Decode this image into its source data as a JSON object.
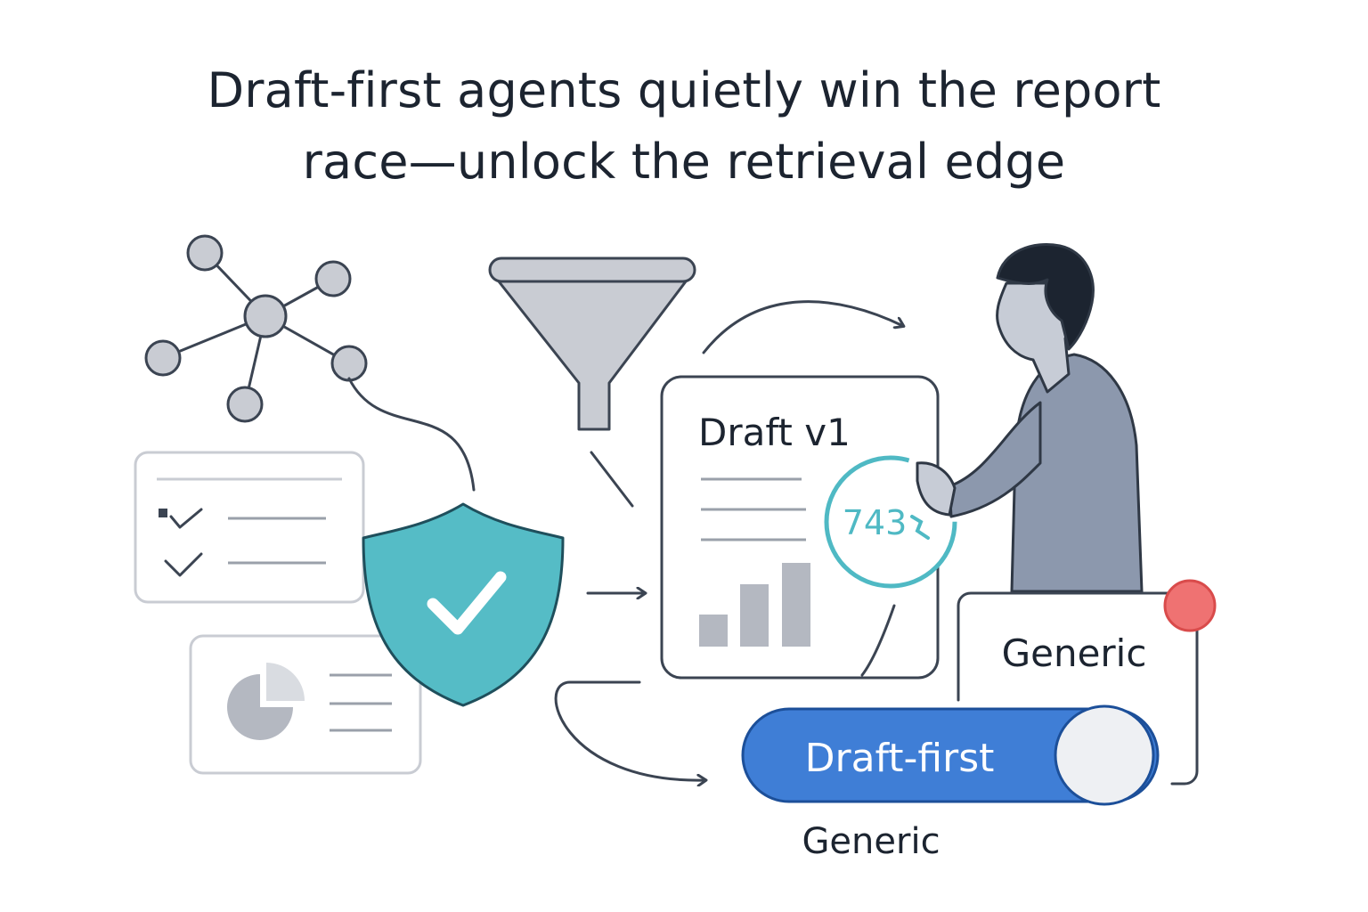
{
  "headline": {
    "line1": "Draft-first agents quietly win the report",
    "line2": "race—unlock the retrieval edge"
  },
  "draft_card": {
    "title": "Draft v1",
    "score": "743"
  },
  "toggle": {
    "label": "Draft-first",
    "state": "on"
  },
  "generic_card": {
    "label": "Generic"
  },
  "generic_caption": "Generic",
  "icons": [
    "network-graph-icon",
    "checklist-card-icon",
    "pie-chart-card-icon",
    "shield-check-icon",
    "funnel-icon",
    "bar-chart-icon",
    "person-icon",
    "notification-dot-icon"
  ],
  "colors": {
    "text": "#1c2430",
    "teal": "#4fb9c4",
    "teal_dark": "#1f6b78",
    "blue": "#3f7ed6",
    "grey_fill": "#c9ccd3",
    "line": "#3b4452",
    "red_dot": "#ef7272"
  }
}
